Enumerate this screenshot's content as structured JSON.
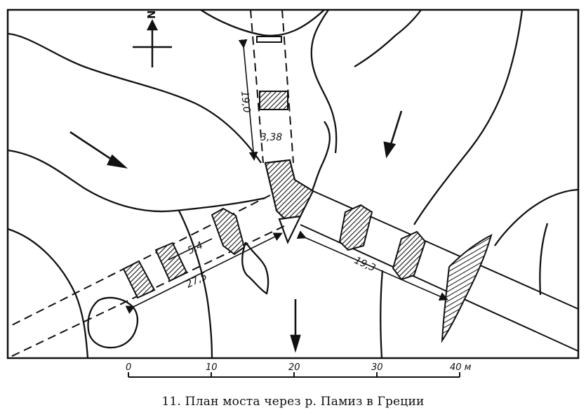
{
  "north_label": "N",
  "dimensions": {
    "north_pier_span": "19,0",
    "pier_width": "3,38",
    "sw_pier_gap": "5,4",
    "sw_span": "27,5",
    "se_span": "19,3"
  },
  "scale_bar": {
    "ticks": [
      "0",
      "10",
      "20",
      "30",
      "40 м"
    ]
  },
  "caption": "11. План моста через р. Памиз в Греции"
}
